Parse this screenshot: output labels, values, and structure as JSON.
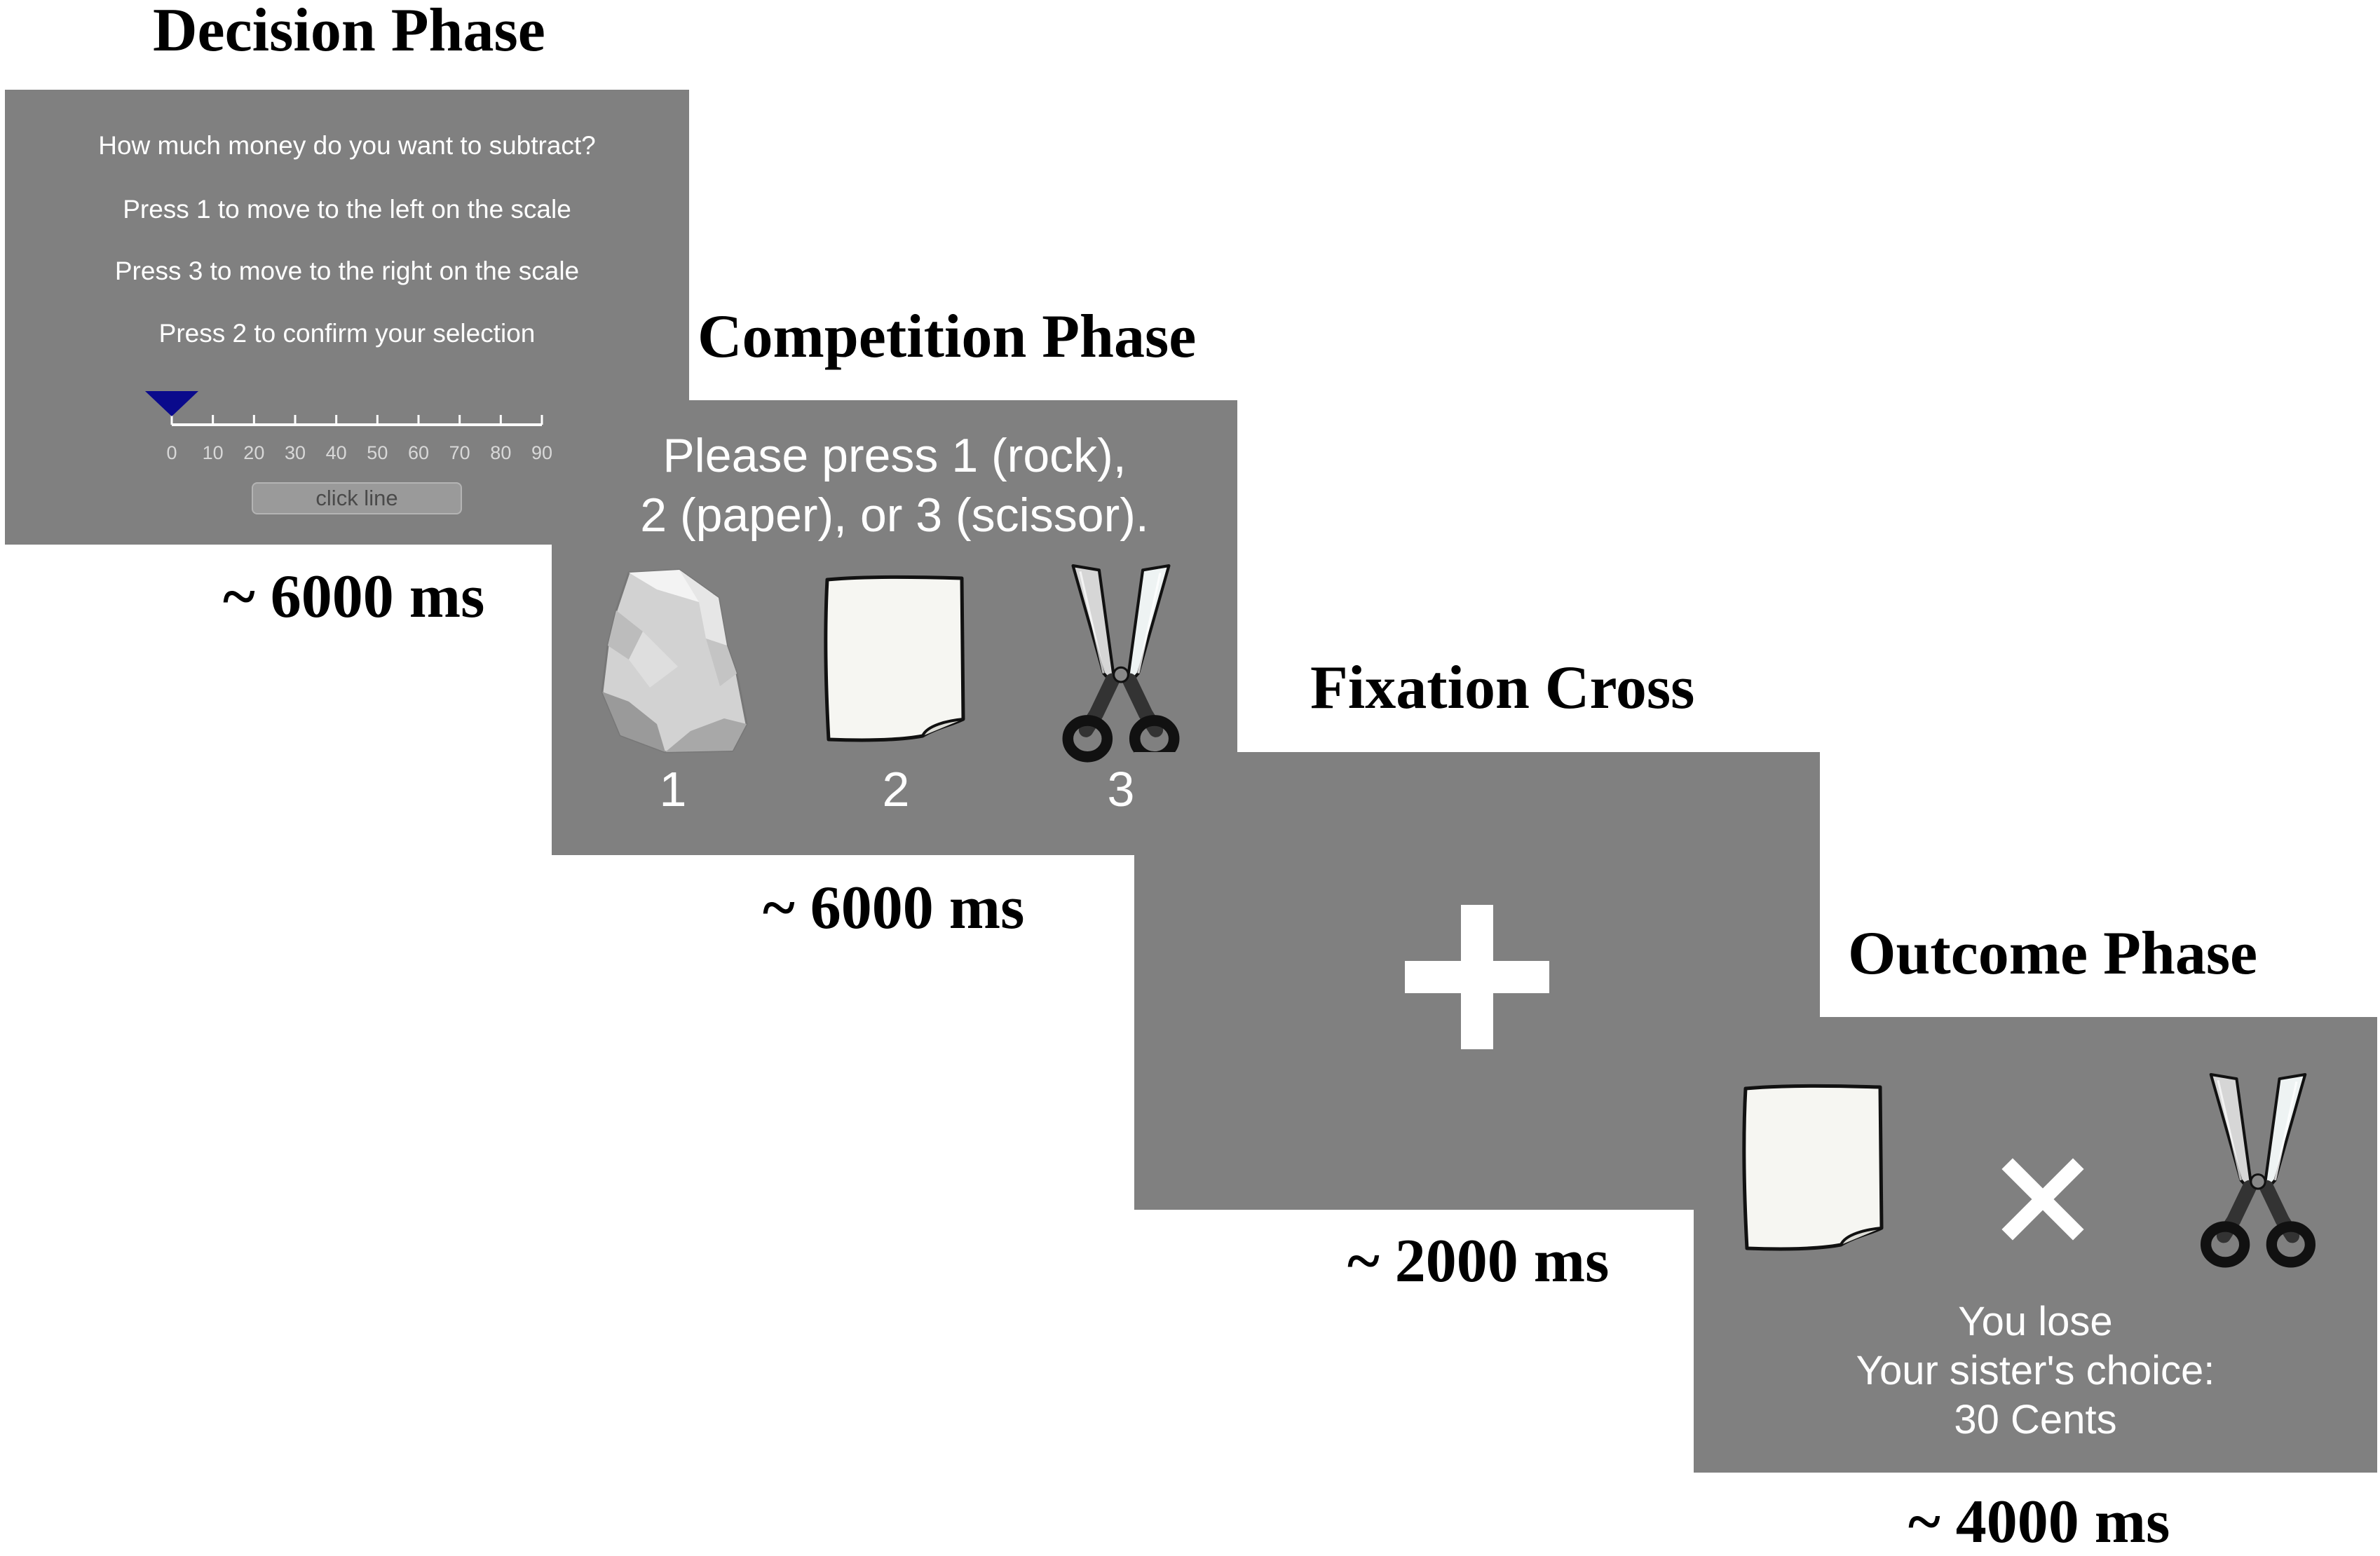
{
  "phases": [
    {
      "title": "Decision Phase",
      "duration": "~ 6000 ms",
      "instructions": [
        "How much money do you want to subtract?",
        "Press 1 to move to the left on the scale",
        "Press 3 to move to the right on the scale",
        "Press 2 to confirm your selection"
      ],
      "scale": {
        "ticks": [
          "0",
          "10",
          "20",
          "30",
          "40",
          "50",
          "60",
          "70",
          "80",
          "90"
        ],
        "selected_value": 0,
        "marker_color": "#0a0a8c"
      },
      "button_label": "click line"
    },
    {
      "title": "Competition Phase",
      "duration": "~ 6000 ms",
      "prompt": [
        "Please press 1 (rock),",
        "2 (paper), or 3 (scissor)."
      ],
      "choices": [
        {
          "icon": "rock-icon",
          "number": "1"
        },
        {
          "icon": "paper-icon",
          "number": "2"
        },
        {
          "icon": "scissors-icon",
          "number": "3"
        }
      ]
    },
    {
      "title": "Fixation Cross",
      "duration": "~ 2000 ms",
      "symbol": "fixation-cross-icon"
    },
    {
      "title": "Outcome Phase",
      "duration": "~ 4000 ms",
      "icons": [
        "paper-icon",
        "cross-mark-icon",
        "scissors-icon"
      ],
      "result_lines": [
        "You lose",
        "Your sister's choice:",
        "30 Cents"
      ]
    }
  ],
  "colors": {
    "screen_background": "#808080",
    "screen_text": "#ffffff",
    "page_background": "#ffffff"
  }
}
